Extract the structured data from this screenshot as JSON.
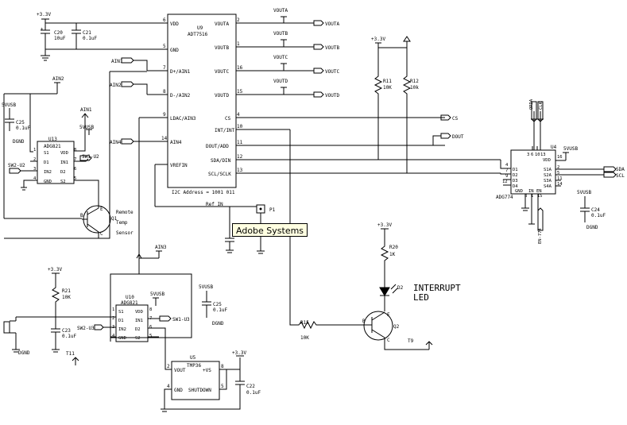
{
  "tooltip": "Adobe Systems",
  "u9": {
    "ref": "U9",
    "part": "ADT7516",
    "address": "I2C Address = 1001 011",
    "left_pins": [
      {
        "num": "6",
        "name": "VDD",
        "net": "+3.3V"
      },
      {
        "num": "5",
        "name": "GND",
        "net": ""
      },
      {
        "num": "7",
        "name": "D+/AIN1",
        "net": "AIN1"
      },
      {
        "num": "8",
        "name": "D-/AIN2",
        "net": "AIN2"
      },
      {
        "num": "9",
        "name": "LDAC/AIN3",
        "net": ""
      },
      {
        "num": "14",
        "name": "AIN4",
        "net": "AIN4"
      },
      {
        "num": "",
        "name": "VREFIN",
        "net": ""
      }
    ],
    "right_pins": [
      {
        "num": "2",
        "name": "VOUTA",
        "net": "VOUTA"
      },
      {
        "num": "1",
        "name": "VOUTB",
        "net": "VOUTB"
      },
      {
        "num": "16",
        "name": "VOUTC",
        "net": "VOUTC"
      },
      {
        "num": "15",
        "name": "VOUTD",
        "net": "VOUTD"
      },
      {
        "num": "4",
        "name": "CS",
        "net": "CS"
      },
      {
        "num": "10",
        "name": "INT/INT",
        "net": ""
      },
      {
        "num": "11",
        "name": "DOUT/ADD",
        "net": "DOUT"
      },
      {
        "num": "12",
        "name": "SDA/DIN",
        "net": ""
      },
      {
        "num": "13",
        "name": "SCL/SCLK",
        "net": ""
      }
    ]
  },
  "u13": {
    "ref": "U13",
    "part": "ADG821",
    "pins": [
      {
        "num": "1",
        "name": "S1"
      },
      {
        "num": "8",
        "name": "VDD"
      },
      {
        "num": "2",
        "name": "D1"
      },
      {
        "num": "7",
        "name": "IN1"
      },
      {
        "num": "3",
        "name": "IN2"
      },
      {
        "num": "6",
        "name": "D2"
      },
      {
        "num": "4",
        "name": "GND"
      },
      {
        "num": "5",
        "name": "S2"
      }
    ],
    "nets": {
      "sw2": "SW2-U2",
      "sw1": "SW1-U2",
      "ain2": "AIN2",
      "ain1": "AIN1",
      "vusb": "5VUSB"
    }
  },
  "u10": {
    "ref": "U10",
    "part": "ADG821",
    "pins": [
      {
        "num": "1",
        "name": "S1"
      },
      {
        "num": "8",
        "name": "VDD"
      },
      {
        "num": "2",
        "name": "D1"
      },
      {
        "num": "7",
        "name": "IN1"
      },
      {
        "num": "3",
        "name": "IN2"
      },
      {
        "num": "6",
        "name": "D2"
      },
      {
        "num": "4",
        "name": "GND"
      },
      {
        "num": "5",
        "name": "S2"
      }
    ],
    "nets": {
      "sw2": "SW2-U3",
      "sw1": "SW1-U3",
      "ain3": "AIN3",
      "vusb": "5VUSB"
    }
  },
  "u4": {
    "ref": "U4",
    "part": "ADG774",
    "left_pins": [
      {
        "num": "4",
        "name": "D1"
      },
      {
        "num": "7",
        "name": "D2"
      },
      {
        "num": "9",
        "name": "D3"
      },
      {
        "num": "12",
        "name": "D4"
      }
    ],
    "right_pins": [
      {
        "num": "16",
        "name": "VDD"
      },
      {
        "num": "2",
        "name": "S1A"
      },
      {
        "num": "5",
        "name": "S2A"
      },
      {
        "num": "11",
        "name": "S3A"
      },
      {
        "num": "14",
        "name": "S4A"
      }
    ],
    "top_pins": [
      {
        "num": "3",
        "name": ""
      },
      {
        "num": "6",
        "name": ""
      },
      {
        "num": "10",
        "name": ""
      },
      {
        "num": "13",
        "name": ""
      }
    ],
    "bottom_pins": [
      {
        "num": "8",
        "name": "GND"
      },
      {
        "num": "1",
        "name": "IN"
      },
      {
        "num": "15",
        "name": "EN"
      }
    ],
    "nets": {
      "sda": "SDA",
      "scl": "SCL",
      "clk": "CLK",
      "clk2": "ORDA",
      "en": "EN-774",
      "vusb": "5VUSB"
    }
  },
  "u5": {
    "ref": "U5",
    "part": "TMP36",
    "pins": [
      {
        "num": "2",
        "name": "VOUT"
      },
      {
        "num": "8",
        "name": "+VS"
      },
      {
        "num": "4",
        "name": "GND"
      },
      {
        "num": "5",
        "name": "SHUTDOWN"
      }
    ]
  },
  "components": {
    "c20": {
      "ref": "C20",
      "value": "10uF"
    },
    "c21": {
      "ref": "C21",
      "value": "0.1uF"
    },
    "c25a": {
      "ref": "C25",
      "value": "0.1uF"
    },
    "c25b": {
      "ref": "C25",
      "value": "0.1uF"
    },
    "c24": {
      "ref": "C24",
      "value": "0.1uF"
    },
    "c23": {
      "ref": "C23",
      "value": "0.1uF"
    },
    "c22": {
      "ref": "C22",
      "value": "0.1uF"
    },
    "r11": {
      "ref": "R11",
      "value": "10K"
    },
    "r12": {
      "ref": "R12",
      "value": "10k"
    },
    "r20": {
      "ref": "R20",
      "value": "1K"
    },
    "r21": {
      "ref": "R21",
      "value": "10K"
    },
    "r15": {
      "ref": "R15",
      "value": "10K"
    },
    "q1": {
      "ref": "Q1",
      "note": [
        "Remote",
        "Temp",
        "Sensor"
      ]
    },
    "q2": {
      "ref": "Q2"
    },
    "d2": {
      "ref": "D2"
    },
    "p1": {
      "ref": "P1",
      "note": "Ref IN"
    },
    "t9": "T9",
    "t11": "T11"
  },
  "power": {
    "v33": "+3.3V",
    "vusb": "5VUSB",
    "dgnd": "DGND",
    "v33_r": "+3.3V"
  },
  "interrupt_led": [
    "INTERRUPT",
    "LED"
  ],
  "ain_labels": {
    "ain2_top": "AIN2",
    "ain3": "AIN3",
    "ain1": "AIN1"
  }
}
